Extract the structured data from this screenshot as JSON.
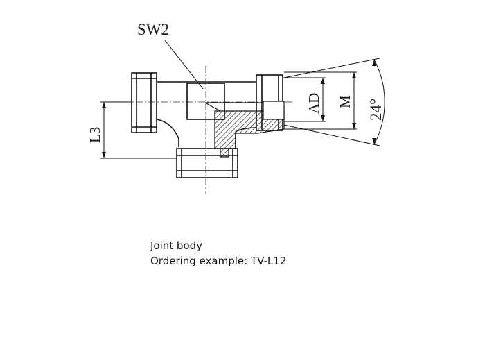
{
  "drawing": {
    "labels": {
      "sw2": "SW2",
      "l3": "L3",
      "ad": "AD",
      "m": "M",
      "angle": "24°"
    }
  },
  "caption": {
    "line1": "Joint body",
    "line2": "Ordering example: TV-L12"
  }
}
